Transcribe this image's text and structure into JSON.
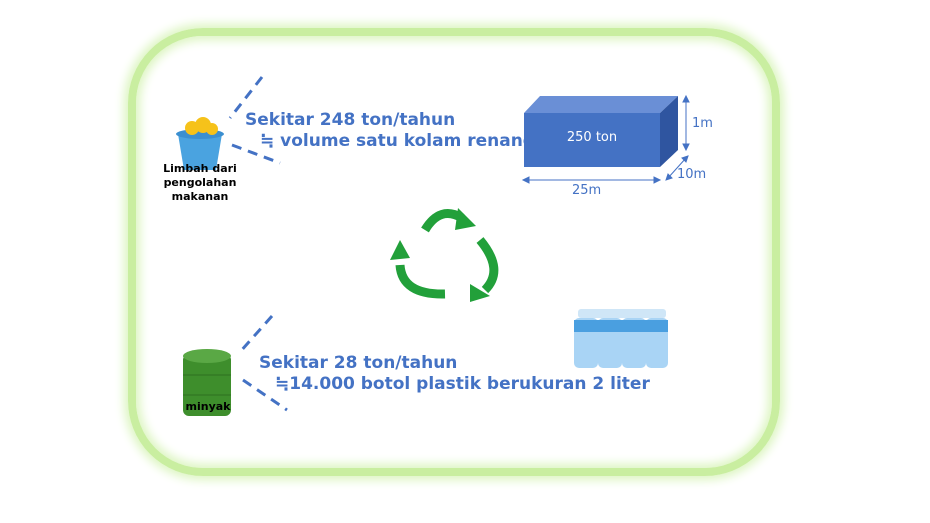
{
  "food_waste": {
    "label_lines": [
      "Limbah dari",
      "pengolahan",
      "makanan"
    ],
    "line1": "Sekitar 248 ton/tahun",
    "line2": "≒ volume satu kolam renang"
  },
  "pool": {
    "box_label": "250 ton",
    "length": "25m",
    "width": "10m",
    "depth": "1m"
  },
  "oil": {
    "label": "minyak",
    "line1": "Sekitar 28 ton/tahun",
    "line2": "≒14.000 botol plastik berukuran 2 liter"
  },
  "colors": {
    "text": "#4472c4",
    "box": "#4472c4",
    "recycle": "#22a03a",
    "frame": "#c9eea0"
  }
}
